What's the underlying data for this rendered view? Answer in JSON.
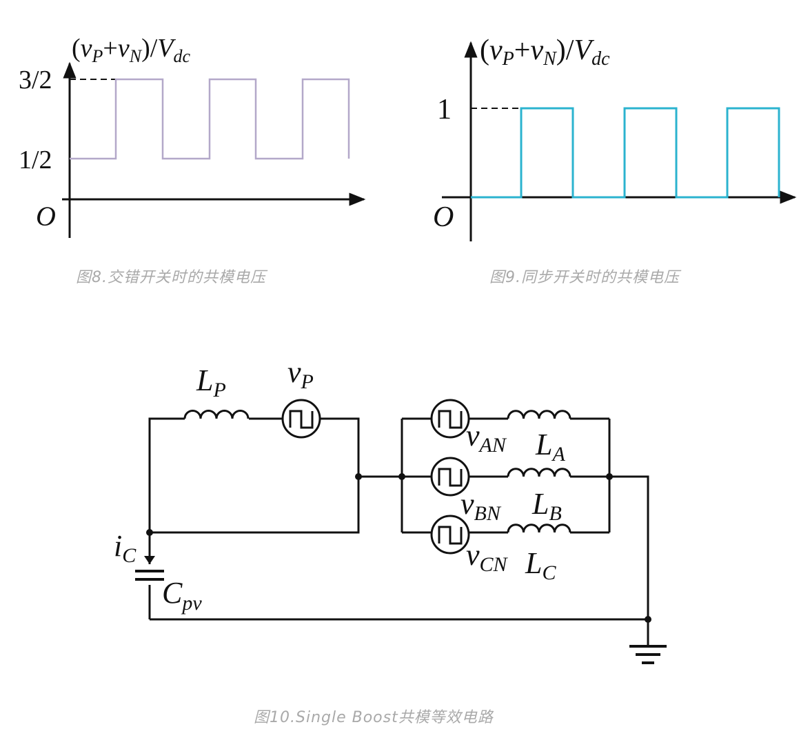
{
  "fig8": {
    "ylabel": {
      "open": "(",
      "v": "v",
      "p": "P",
      "plus": "+",
      "n": "N",
      "close": ")/",
      "V": "V",
      "dc": "dc"
    },
    "ticks": {
      "upper": "3/2",
      "lower": "1/2"
    },
    "origin": "O",
    "caption": "图8.交错开关时的共模电压",
    "color": "#b3a8c9"
  },
  "fig9": {
    "ylabel": {
      "open": "(",
      "v": "v",
      "p": "P",
      "plus": "+",
      "n": "N",
      "close": ")/",
      "V": "V",
      "dc": "dc"
    },
    "ticks": {
      "upper": "1"
    },
    "origin": "O",
    "caption": "图9.同步开关时的共模电压",
    "color": "#2bb3cf"
  },
  "fig10": {
    "labels": {
      "LP": {
        "main": "L",
        "sub": "P"
      },
      "vP": {
        "main": "v",
        "sub": "P"
      },
      "vAN": {
        "main": "v",
        "sub": "AN"
      },
      "LA": {
        "main": "L",
        "sub": "A"
      },
      "vBN": {
        "main": "v",
        "sub": "BN"
      },
      "LB": {
        "main": "L",
        "sub": "B"
      },
      "vCN": {
        "main": "v",
        "sub": "CN"
      },
      "LC": {
        "main": "L",
        "sub": "C"
      },
      "iC": {
        "main": "i",
        "sub": "C"
      },
      "Cpv": {
        "main": "C",
        "sub": "pv"
      }
    },
    "caption": "图10.Single Boost共模等效电路"
  }
}
